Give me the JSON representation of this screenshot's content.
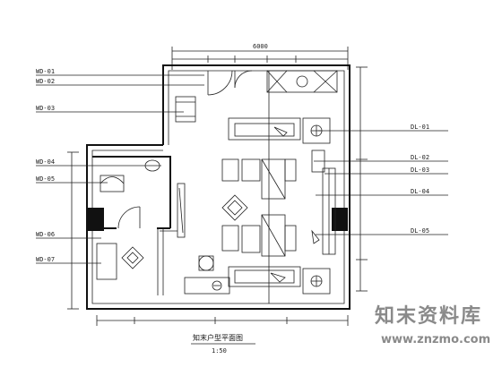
{
  "drawing": {
    "title": "知末户型平面图",
    "scale": "1:50",
    "left_labels": [
      "WD-01",
      "WD-02",
      "WD-03",
      "WD-04",
      "WD-05",
      "WD-06",
      "WD-07"
    ],
    "right_labels": [
      "DL-01",
      "DL-02",
      "DL-03",
      "DL-04",
      "DL-05"
    ],
    "top_dim": "6000"
  },
  "watermark": {
    "name": "知末资料库",
    "url": "www.znzmo.com"
  }
}
